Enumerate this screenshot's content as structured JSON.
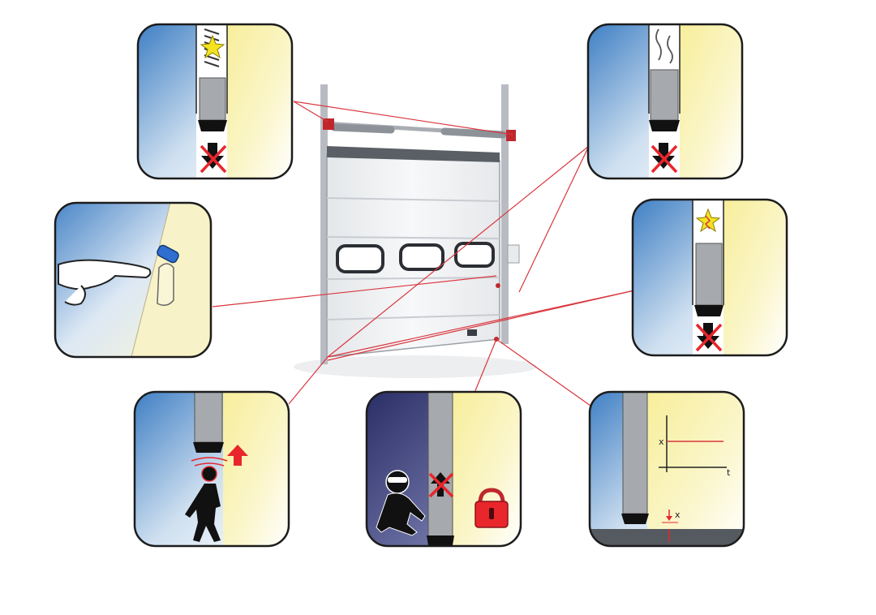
{
  "colors": {
    "panel_blue": "#3f7fc4",
    "panel_yellow": "#f7ee9a",
    "night_blue": "#2a2e66",
    "leader_line": "#d9363e",
    "warning_red": "#e8262c",
    "spark_yellow": "#f3e320",
    "door_panel": "#f2f4f6",
    "frame_grey": "#b8bcc2",
    "finger_tag": "#2f6fd0"
  },
  "icons": [
    "spring-break-icon",
    "finger-pinch-icon",
    "photocell-person-icon",
    "cable-break-icon",
    "motor-fault-icon",
    "burglar-lock-icon",
    "overrun-graph-icon"
  ],
  "panels": {
    "overrun": {
      "graph_x_label": "x",
      "graph_t_label": "t",
      "gap_label": "x"
    }
  }
}
